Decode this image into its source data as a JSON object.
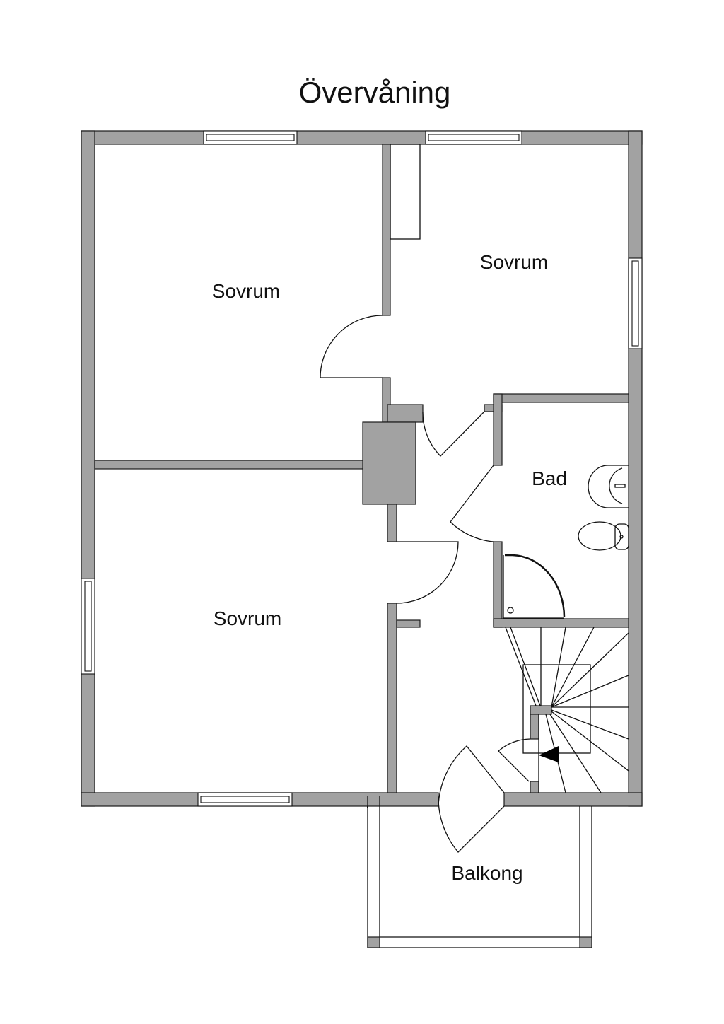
{
  "title": "Övervåning",
  "rooms": {
    "bedroom_top_left": "Sovrum",
    "bedroom_top_right": "Sovrum",
    "bedroom_bottom_left": "Sovrum",
    "bathroom": "Bad",
    "balcony": "Balkong"
  },
  "colors": {
    "wall": "#a2a2a2",
    "line": "#111111"
  }
}
